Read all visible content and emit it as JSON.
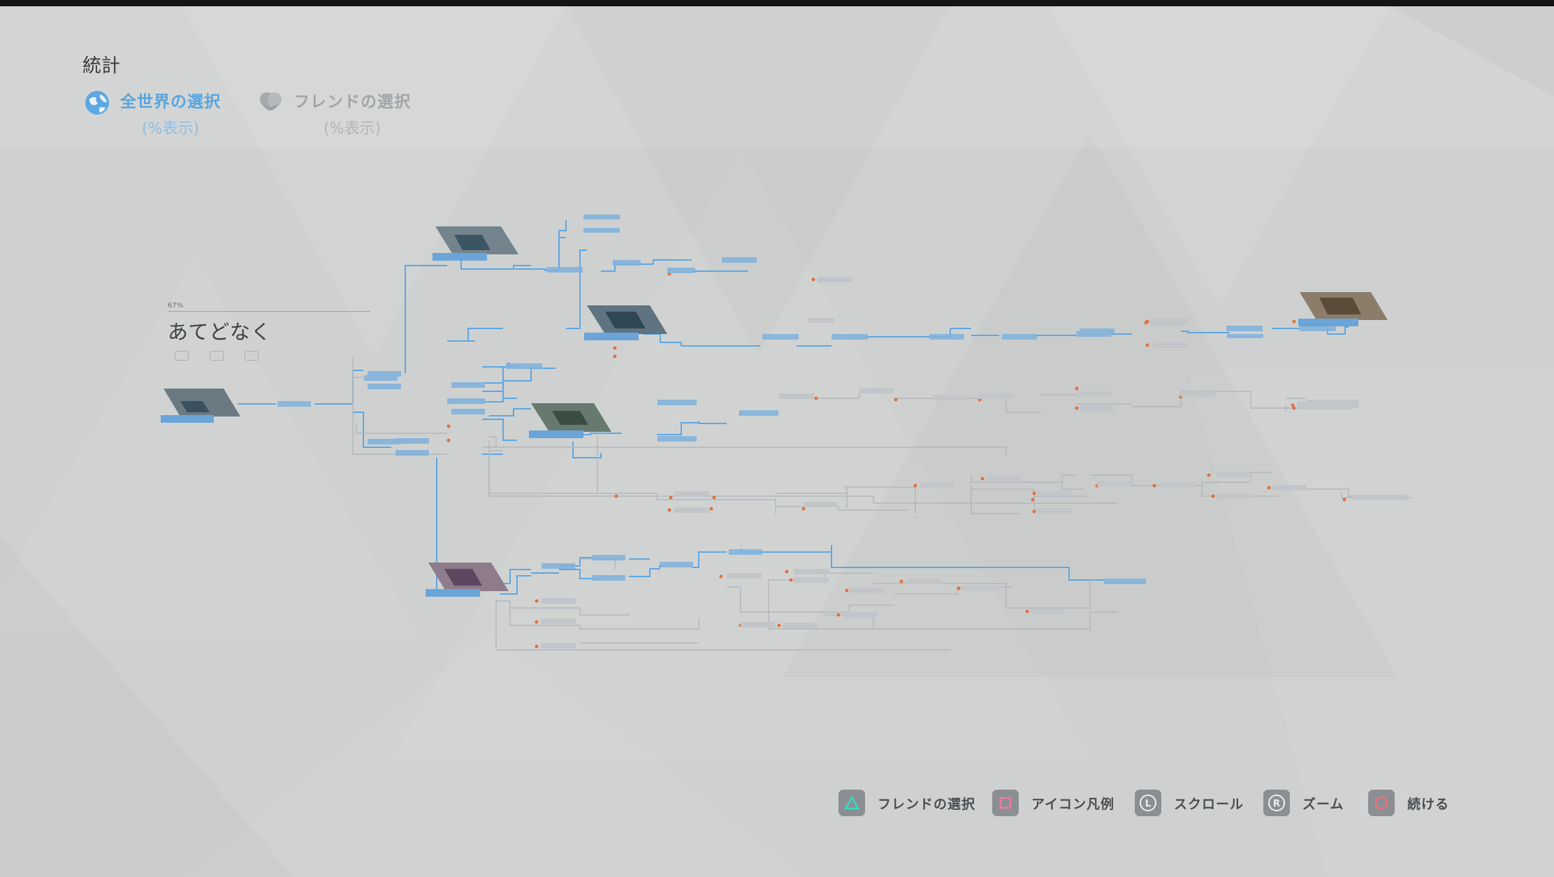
{
  "header": {
    "title": "統計",
    "world": {
      "label": "全世界の選択",
      "sub": "(%表示)"
    },
    "friend": {
      "label": "フレンドの選択",
      "sub": "(%表示)"
    }
  },
  "selected_node": {
    "percent": "67%",
    "name": "あてどなく"
  },
  "controls": [
    {
      "button": "triangle-button",
      "label": "フレンドの選択"
    },
    {
      "button": "square-button",
      "label": "アイコン凡例"
    },
    {
      "button": "l-stick-button",
      "glyph": "L",
      "label": "スクロール"
    },
    {
      "button": "r-stick-button",
      "glyph": "R",
      "label": "ズーム"
    },
    {
      "button": "circle-button",
      "label": "続ける"
    }
  ],
  "colors": {
    "background": "#cfd1d1",
    "accent_blue": "#5ea7e2",
    "node_blue": "#7fb1dc",
    "dot_orange": "#e0713d",
    "line_gray": "#b3b7ba"
  }
}
